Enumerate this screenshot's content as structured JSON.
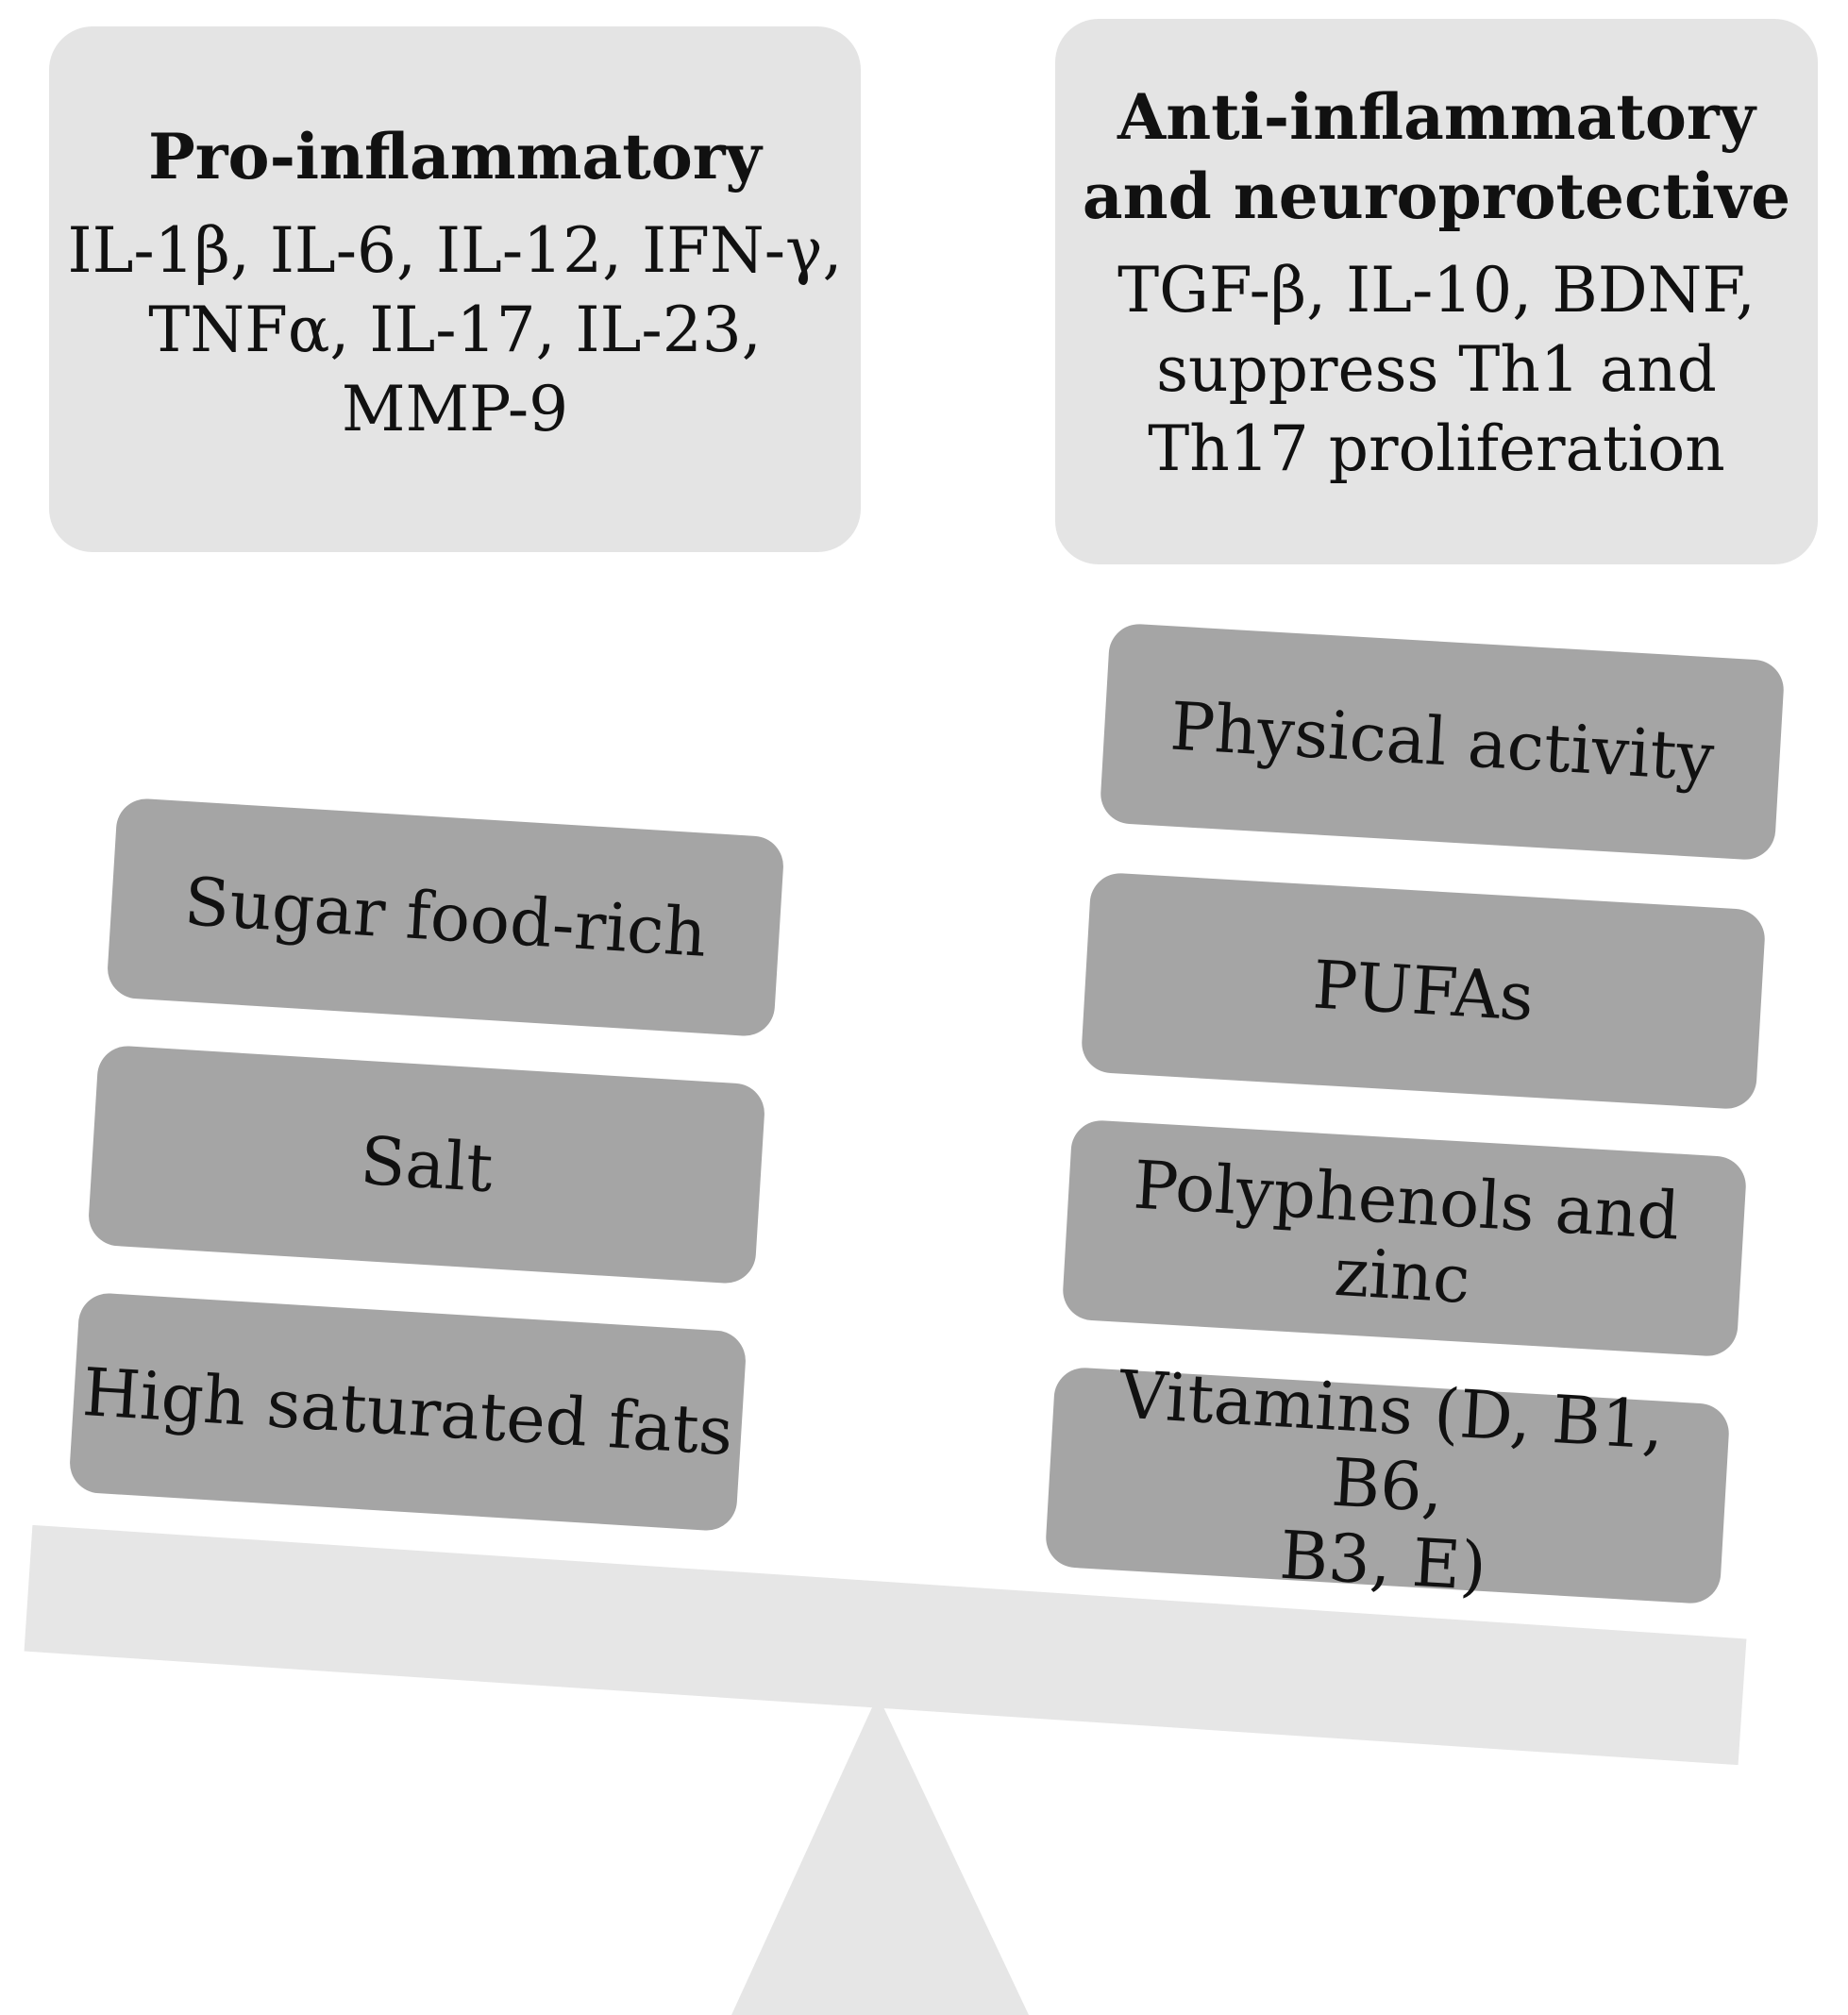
{
  "pro_panel": {
    "title": "Pro-inflammatory",
    "body": "IL-1β, IL-6, IL-12, IFN-γ,\nTNFα, IL-17, IL-23,\nMMP-9"
  },
  "anti_panel": {
    "title": "Anti-inflammatory\nand neuroprotective",
    "body": "TGF-β, IL-10, BDNF,\nsuppress Th1 and\nTh17 proliferation"
  },
  "left_factors": [
    "Sugar food-rich",
    "Salt",
    "High saturated fats"
  ],
  "right_factors": [
    "Physical activity",
    "PUFAs",
    "Polyphenols and\nzinc",
    "Vitamins (D, B1, B6,\nB3, E)"
  ],
  "colors": {
    "panel": "#e4e4e4",
    "block": "#a5a5a5",
    "beam": "#e6e6e6",
    "fulcrum": "#e6e6e6",
    "text": "#111111"
  }
}
